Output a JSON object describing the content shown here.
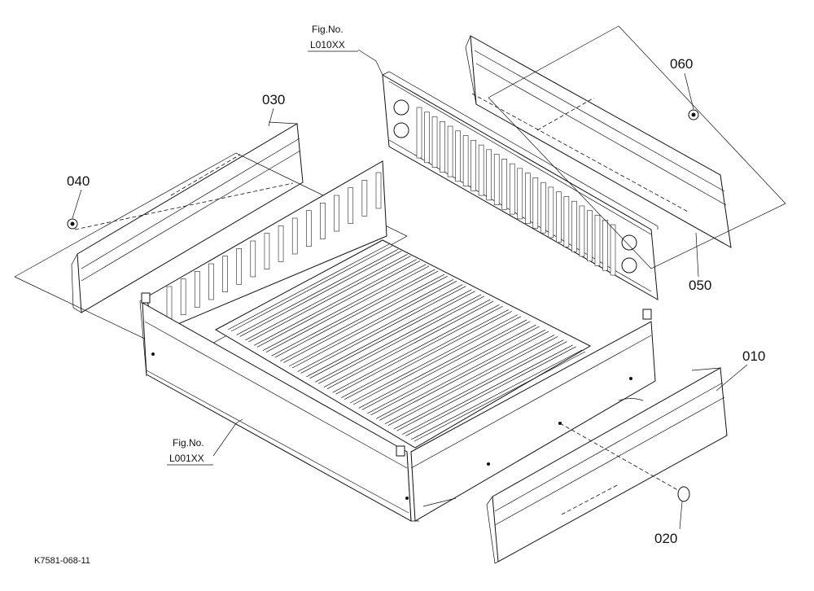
{
  "diagram": {
    "part_labels": {
      "p010": "010",
      "p020": "020",
      "p030": "030",
      "p040": "040",
      "p050": "050",
      "p060": "060"
    },
    "fig_refs": {
      "top": {
        "title": "Fig.No.",
        "code": "L010XX"
      },
      "bottom": {
        "title": "Fig.No.",
        "code": "L001XX"
      }
    },
    "drawing_code": "K7581-068-11"
  }
}
